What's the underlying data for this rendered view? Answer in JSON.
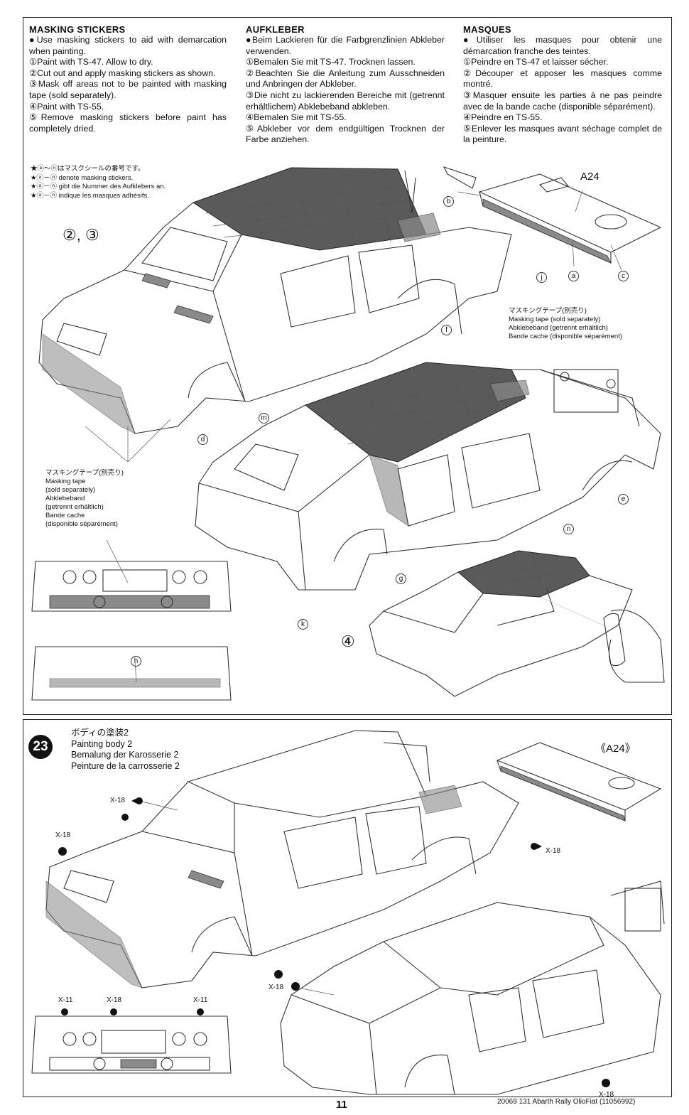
{
  "english": {
    "heading": "MASKING STICKERS",
    "paragraphs": [
      "●Use masking stickers to aid with demarcation when painting.",
      "①Paint with TS-47. Allow to dry.",
      "②Cut out and apply masking stickers as shown.",
      "③Mask off areas not to be painted with masking tape (sold separately).",
      "④Paint with TS-55.",
      "⑤Remove masking stickers before paint has completely dried."
    ]
  },
  "german": {
    "heading": "AUFKLEBER",
    "paragraphs": [
      "●Beim Lackieren für die Farbgrenzlinien Abkleber verwenden.",
      "①Bemalen Sie mit TS-47. Trocknen lassen.",
      "②Beachten Sie die Anleitung zum Ausschneiden und Anbringen der Abkleber.",
      "③Die nicht zu lackierenden Bereiche mit (getrennt erhältlichem) Abklebeband abkleben.",
      "④Bemalen Sie mit TS-55.",
      "⑤Abkleber vor dem endgültigen Trocknen der Farbe anziehen."
    ]
  },
  "french": {
    "heading": "MASQUES",
    "paragraphs": [
      "●Utiliser les masques pour obtenir une démarcation franche des teintes.",
      "①Peindre en TS-47 et laisser sécher.",
      "②Découper et apposer les masques comme montré.",
      "③Masquer ensuite les parties à ne pas peindre avec de la bande cache (disponible séparément).",
      "④Peindre en TS-55.",
      "⑤Enlever les masques avant séchage complet de la peinture."
    ]
  },
  "sticker_notes": [
    "★ⓐ～ⓝはマスクシールの番号です。",
    "★ⓐ－ⓝ denote masking stickers.",
    "★ⓐ－ⓝ gibt die Nummer des Aufklebers an.",
    "★ⓐ－ⓝ indique les masques adhésifs."
  ],
  "steps": {
    "steps_23": "②, ③",
    "step_4": "④"
  },
  "part_labels": {
    "a24_top": "A24",
    "a24_bottom": "《A24》"
  },
  "sticker_letters": [
    "a",
    "b",
    "c",
    "d",
    "e",
    "f",
    "g",
    "h",
    "j",
    "k",
    "m",
    "n"
  ],
  "masking_tape_right": [
    "マスキングテープ(別売り)",
    "Masking tape (sold separately)",
    "Abklebeband (getrennt erhältlich)",
    "Bande cache (disponible séparément)"
  ],
  "masking_tape_left": [
    "マスキングテープ(別売り)",
    "Masking tape",
    "(sold separately)",
    "Abklebeband",
    "(getrennt erhältlich)",
    "Bande cache",
    "(disponible séparément)"
  ],
  "step23": {
    "number": "23",
    "title_lines": [
      "ボディの塗装2",
      "Painting body 2",
      "Bemalung der Karosserie 2",
      "Peinture de la carrosserie 2"
    ]
  },
  "screw_labels": {
    "x18_top": "X-18",
    "x18_left": "X-18",
    "x18_right": "X-18",
    "x18_mid": "X-18",
    "x18_bottom_right": "X-18",
    "x11_left": "X-11",
    "x18_bumper": "X-18",
    "x11_right": "X-11"
  },
  "footer": {
    "page_number": "11",
    "code": "20069 131 Abarth Rally OlioFiat (11056992)"
  }
}
